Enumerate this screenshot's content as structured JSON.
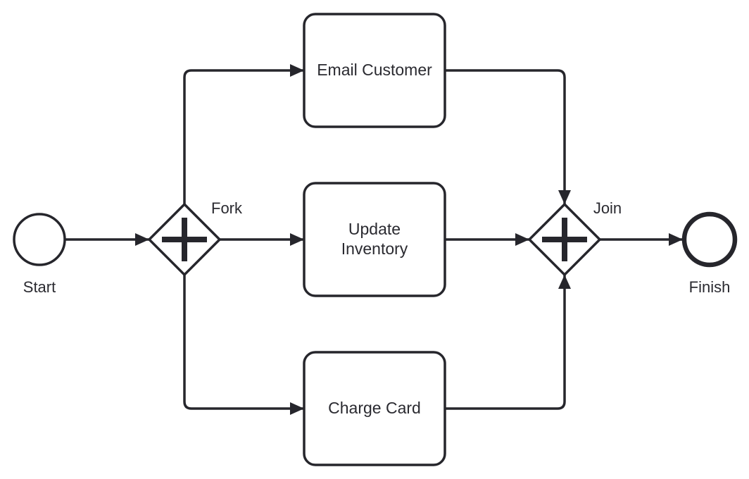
{
  "colors": {
    "stroke": "#26262c",
    "fill": "#ffffff",
    "text": "#2a2a30"
  },
  "events": {
    "start": {
      "label": "Start"
    },
    "finish": {
      "label": "Finish"
    }
  },
  "gateways": {
    "fork": {
      "label": "Fork"
    },
    "join": {
      "label": "Join"
    }
  },
  "tasks": {
    "email": {
      "label": "Email Customer"
    },
    "inventory": {
      "line1": "Update",
      "line2": "Inventory"
    },
    "charge": {
      "label": "Charge Card"
    }
  }
}
